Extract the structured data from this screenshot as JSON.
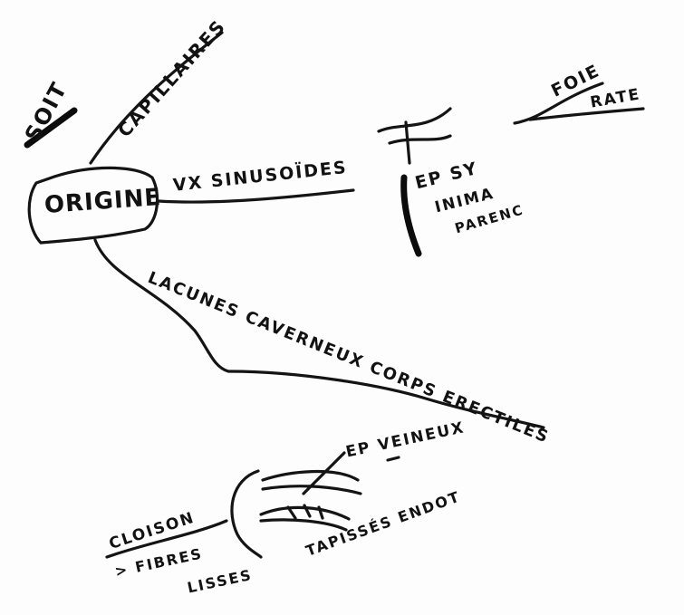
{
  "nodes": {
    "soit": "SOIT",
    "capillaires": "CAPILLAIRES",
    "origine": "ORIGINE",
    "vx_sinusoides": "VX SINUSOÏDES",
    "foie": "FOIE",
    "rate": "RATE",
    "ep_sy": "EP SY",
    "inima": "INIMA",
    "parenc": "PARENC",
    "lacunes": "LACUNES CAVERNEUX CORPS ERECTILES",
    "ep_veineux": "EP VEINEUX",
    "cloison": "CLOISON",
    "fibres": "> FIBRES",
    "lisses": "LISSES",
    "tapissees": "TAPISSÉS ENDOT"
  }
}
